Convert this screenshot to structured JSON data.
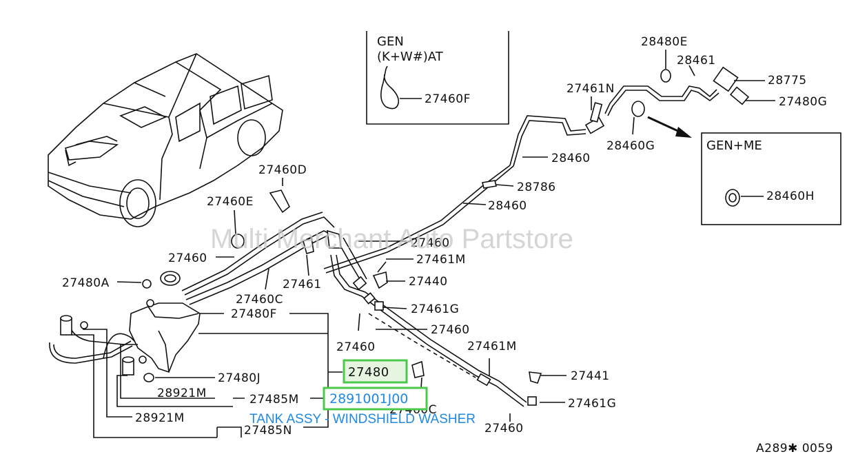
{
  "watermark": "Multi Merchant Auto Partstore",
  "diagram_code": "A289✱ 0059",
  "insets": {
    "gen_at": {
      "line1": "GEN",
      "line2": "(K+W#)AT",
      "part": "27460F"
    },
    "gen_me": {
      "title": "GEN+ME",
      "part": "28460H"
    }
  },
  "callouts": {
    "c28480E": "28480E",
    "c28461": "28461",
    "c28775": "28775",
    "c27461N_top": "27461N",
    "c27480G": "27480G",
    "c28460G": "28460G",
    "c28460_a": "28460",
    "c28786": "28786",
    "c28460_b": "28460",
    "c27460D": "27460D",
    "c27460E": "27460E",
    "c27460_a": "27460",
    "c27460_b": "27460",
    "c27461M_a": "27461M",
    "c27440": "27440",
    "c27461": "27461",
    "c27460C_a": "27460C",
    "c27480A": "27480A",
    "c27480F": "27480F",
    "c27461G_a": "27461G",
    "c27460_c": "27460",
    "c27460_d": "27460",
    "c27461M_b": "27461M",
    "c27441": "27441",
    "c27480J": "27480J",
    "c28921M_a": "28921M",
    "c27485M": "27485M",
    "c27460C_b": "27460C",
    "c27461G_b": "27461G",
    "c28921M_b": "28921M",
    "c27485N": "27485N",
    "c27460_e": "27460"
  },
  "highlight": {
    "part_a": "27480",
    "part_b": "2891001J00",
    "caption": "TANK ASSY - WINDSHIELD WASHER",
    "color": "#4cc94c",
    "text_color": "#1e88e5"
  }
}
